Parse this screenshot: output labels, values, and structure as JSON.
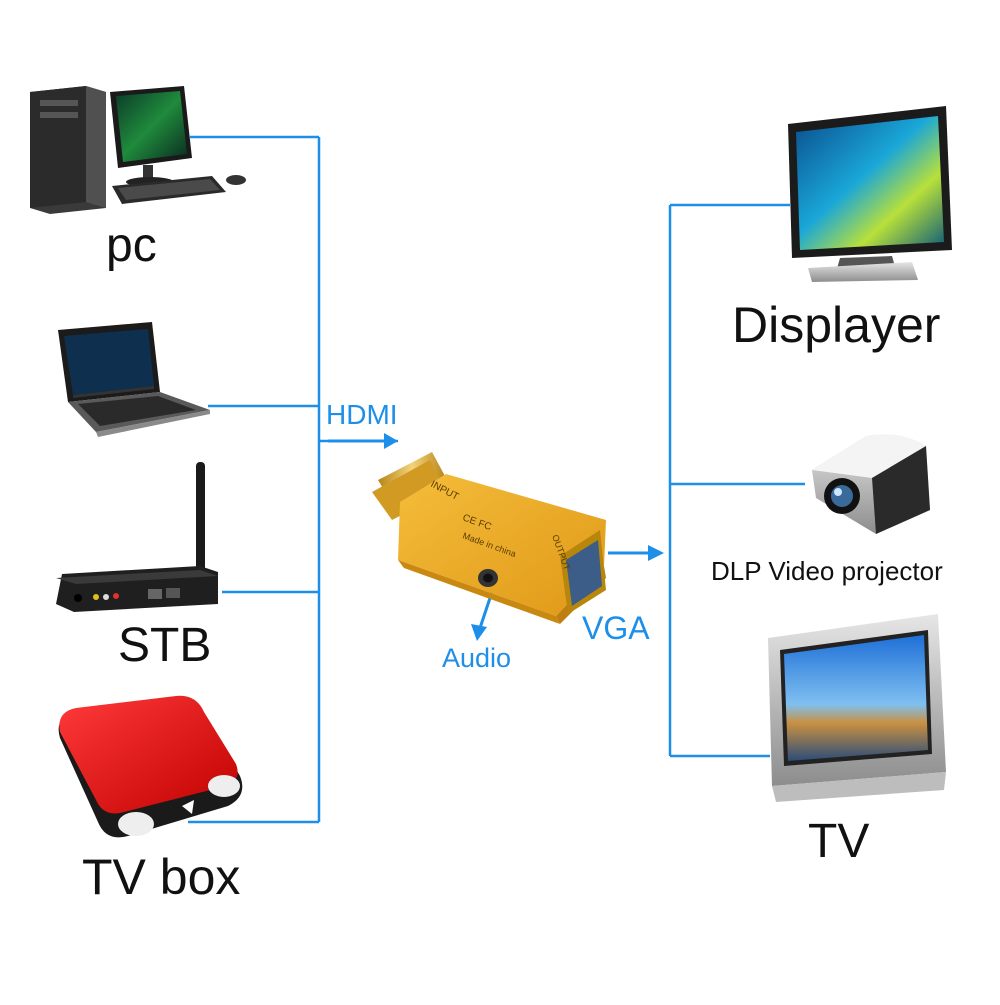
{
  "sources": [
    {
      "label": "pc",
      "icon": "desktop-pc-icon"
    },
    {
      "label": "",
      "icon": "laptop-icon"
    },
    {
      "label": "STB",
      "icon": "set-top-box-router-icon"
    },
    {
      "label": "TV box",
      "icon": "tv-box-icon"
    }
  ],
  "outputs": [
    {
      "label": "Displayer",
      "icon": "lcd-monitor-icon"
    },
    {
      "label": "DLP Video projector",
      "icon": "projector-icon"
    },
    {
      "label": "TV",
      "icon": "crt-tv-icon"
    }
  ],
  "connections": {
    "input_label": "HDMI",
    "output_label": "VGA",
    "audio_label": "Audio"
  },
  "adapter": {
    "input_text": "INPUT",
    "output_text": "OUTPUT",
    "cert_text": "CE FC",
    "made_in": "Made in china",
    "body_color": "#e9a623",
    "connector_color": "#d9a520"
  },
  "colors": {
    "line": "#1e8fe8",
    "label": "#111111"
  }
}
